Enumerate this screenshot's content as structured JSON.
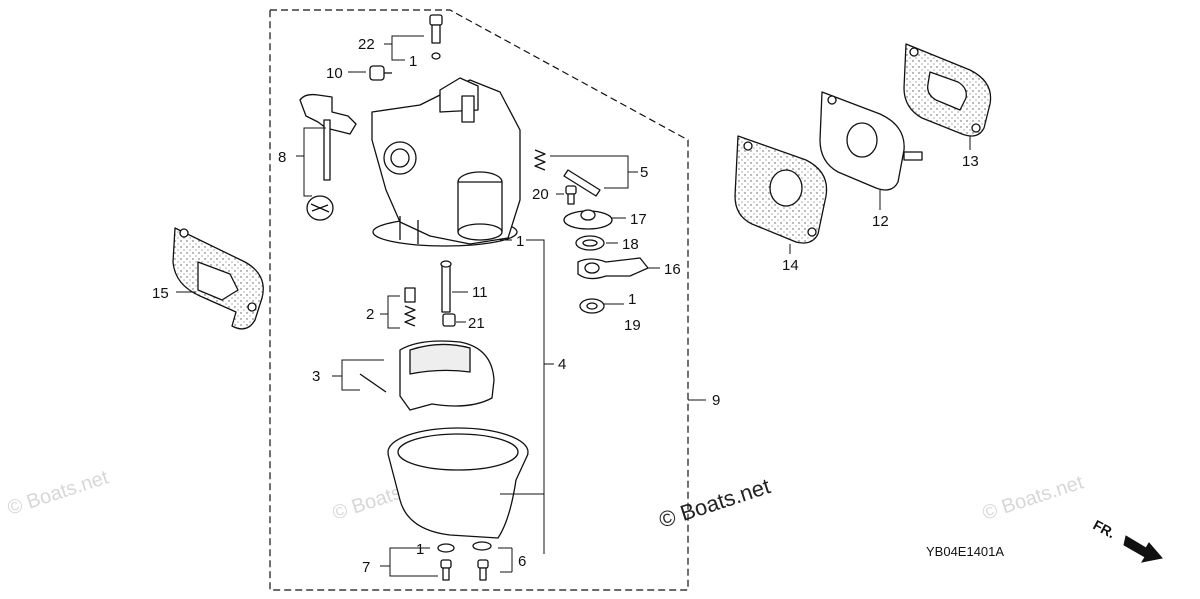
{
  "diagram": {
    "callouts": {
      "c1a": "1",
      "c1b": "1",
      "c1c": "1",
      "c1d": "1",
      "c2": "2",
      "c3": "3",
      "c4": "4",
      "c5": "5",
      "c6": "6",
      "c7": "7",
      "c8": "8",
      "c9": "9",
      "c10": "10",
      "c11": "11",
      "c12": "12",
      "c13": "13",
      "c14": "14",
      "c15": "15",
      "c16": "16",
      "c17": "17",
      "c18": "18",
      "c19": "19",
      "c20": "20",
      "c21": "21",
      "c22": "22"
    },
    "diagram_code": "YB04E1401A",
    "direction_label": "FR.",
    "watermark_main": "© Boats.net",
    "watermark_faint": "© Boats.net"
  },
  "colors": {
    "line": "#111111",
    "watermark": "#d7d7d7"
  },
  "icons": {
    "front_arrow": "front-direction-arrow-icon"
  }
}
